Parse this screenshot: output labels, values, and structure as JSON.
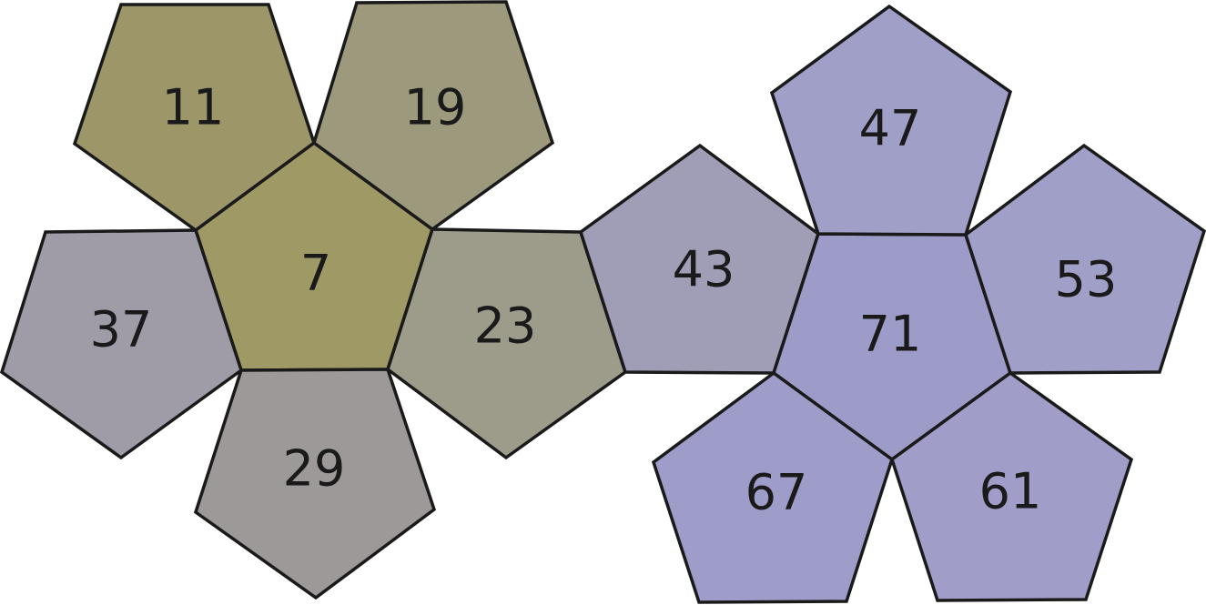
{
  "faces": [
    {
      "label": "7",
      "color": "#9f9965"
    },
    {
      "label": "11",
      "color": "#9c9669"
    },
    {
      "label": "19",
      "color": "#9d997c"
    },
    {
      "label": "37",
      "color": "#9f9ca8"
    },
    {
      "label": "29",
      "color": "#9c9998"
    },
    {
      "label": "23",
      "color": "#9d9b8a"
    },
    {
      "label": "43",
      "color": "#a09db7"
    },
    {
      "label": "71",
      "color": "#9d9cc9"
    },
    {
      "label": "47",
      "color": "#a09fc8"
    },
    {
      "label": "53",
      "color": "#a09fc8"
    },
    {
      "label": "61",
      "color": "#a09dc8"
    },
    {
      "label": "67",
      "color": "#9e9cc9"
    }
  ]
}
